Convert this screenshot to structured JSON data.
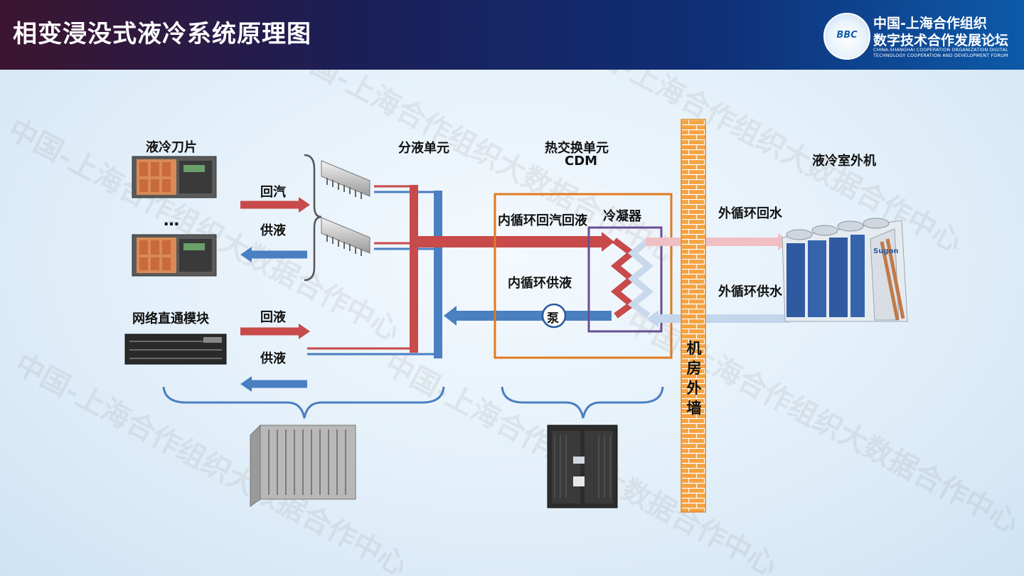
{
  "header": {
    "title": "相变浸没式液冷系统原理图",
    "logo": {
      "badge": "BBC",
      "cn_line1": "中国-上海合作组织",
      "cn_line2": "数字技术合作发展论坛",
      "en_line1": "CHINA-SHANGHAI COOPERATION ORGANIZATION DIGITAL",
      "en_line2": "TECHNOLOGY COOPERATION AND DEVELOPMENT FORUM"
    }
  },
  "watermark": "中国-上海合作组织大数据合作中心",
  "labels": {
    "blade": "液冷刀片",
    "ellipsis": "…",
    "network_module": "网络直通模块",
    "return_vapor": "回汽",
    "supply_liquid_1": "供液",
    "return_liquid": "回液",
    "supply_liquid_2": "供液",
    "distribution_unit": "分液单元",
    "heat_exchange_unit": "热交换单元",
    "cdm": "CDM",
    "inner_return_vapor": "内循环回汽回液",
    "condenser": "冷凝器",
    "inner_supply": "内循环供液",
    "pump": "泵",
    "outer_return_water": "外循环回水",
    "outer_supply_water": "外循环供水",
    "outdoor_unit": "液冷室外机",
    "outdoor_brand": "Sugon",
    "wall_1": "机",
    "wall_2": "房",
    "wall_3": "外",
    "wall_4": "墙"
  },
  "colors": {
    "red_pipe": "#c84a4a",
    "blue_pipe": "#4a7fc1",
    "orange_box": "#e07a22",
    "purple_box": "#6a4f8f",
    "wall_orange": "#f4a341"
  }
}
